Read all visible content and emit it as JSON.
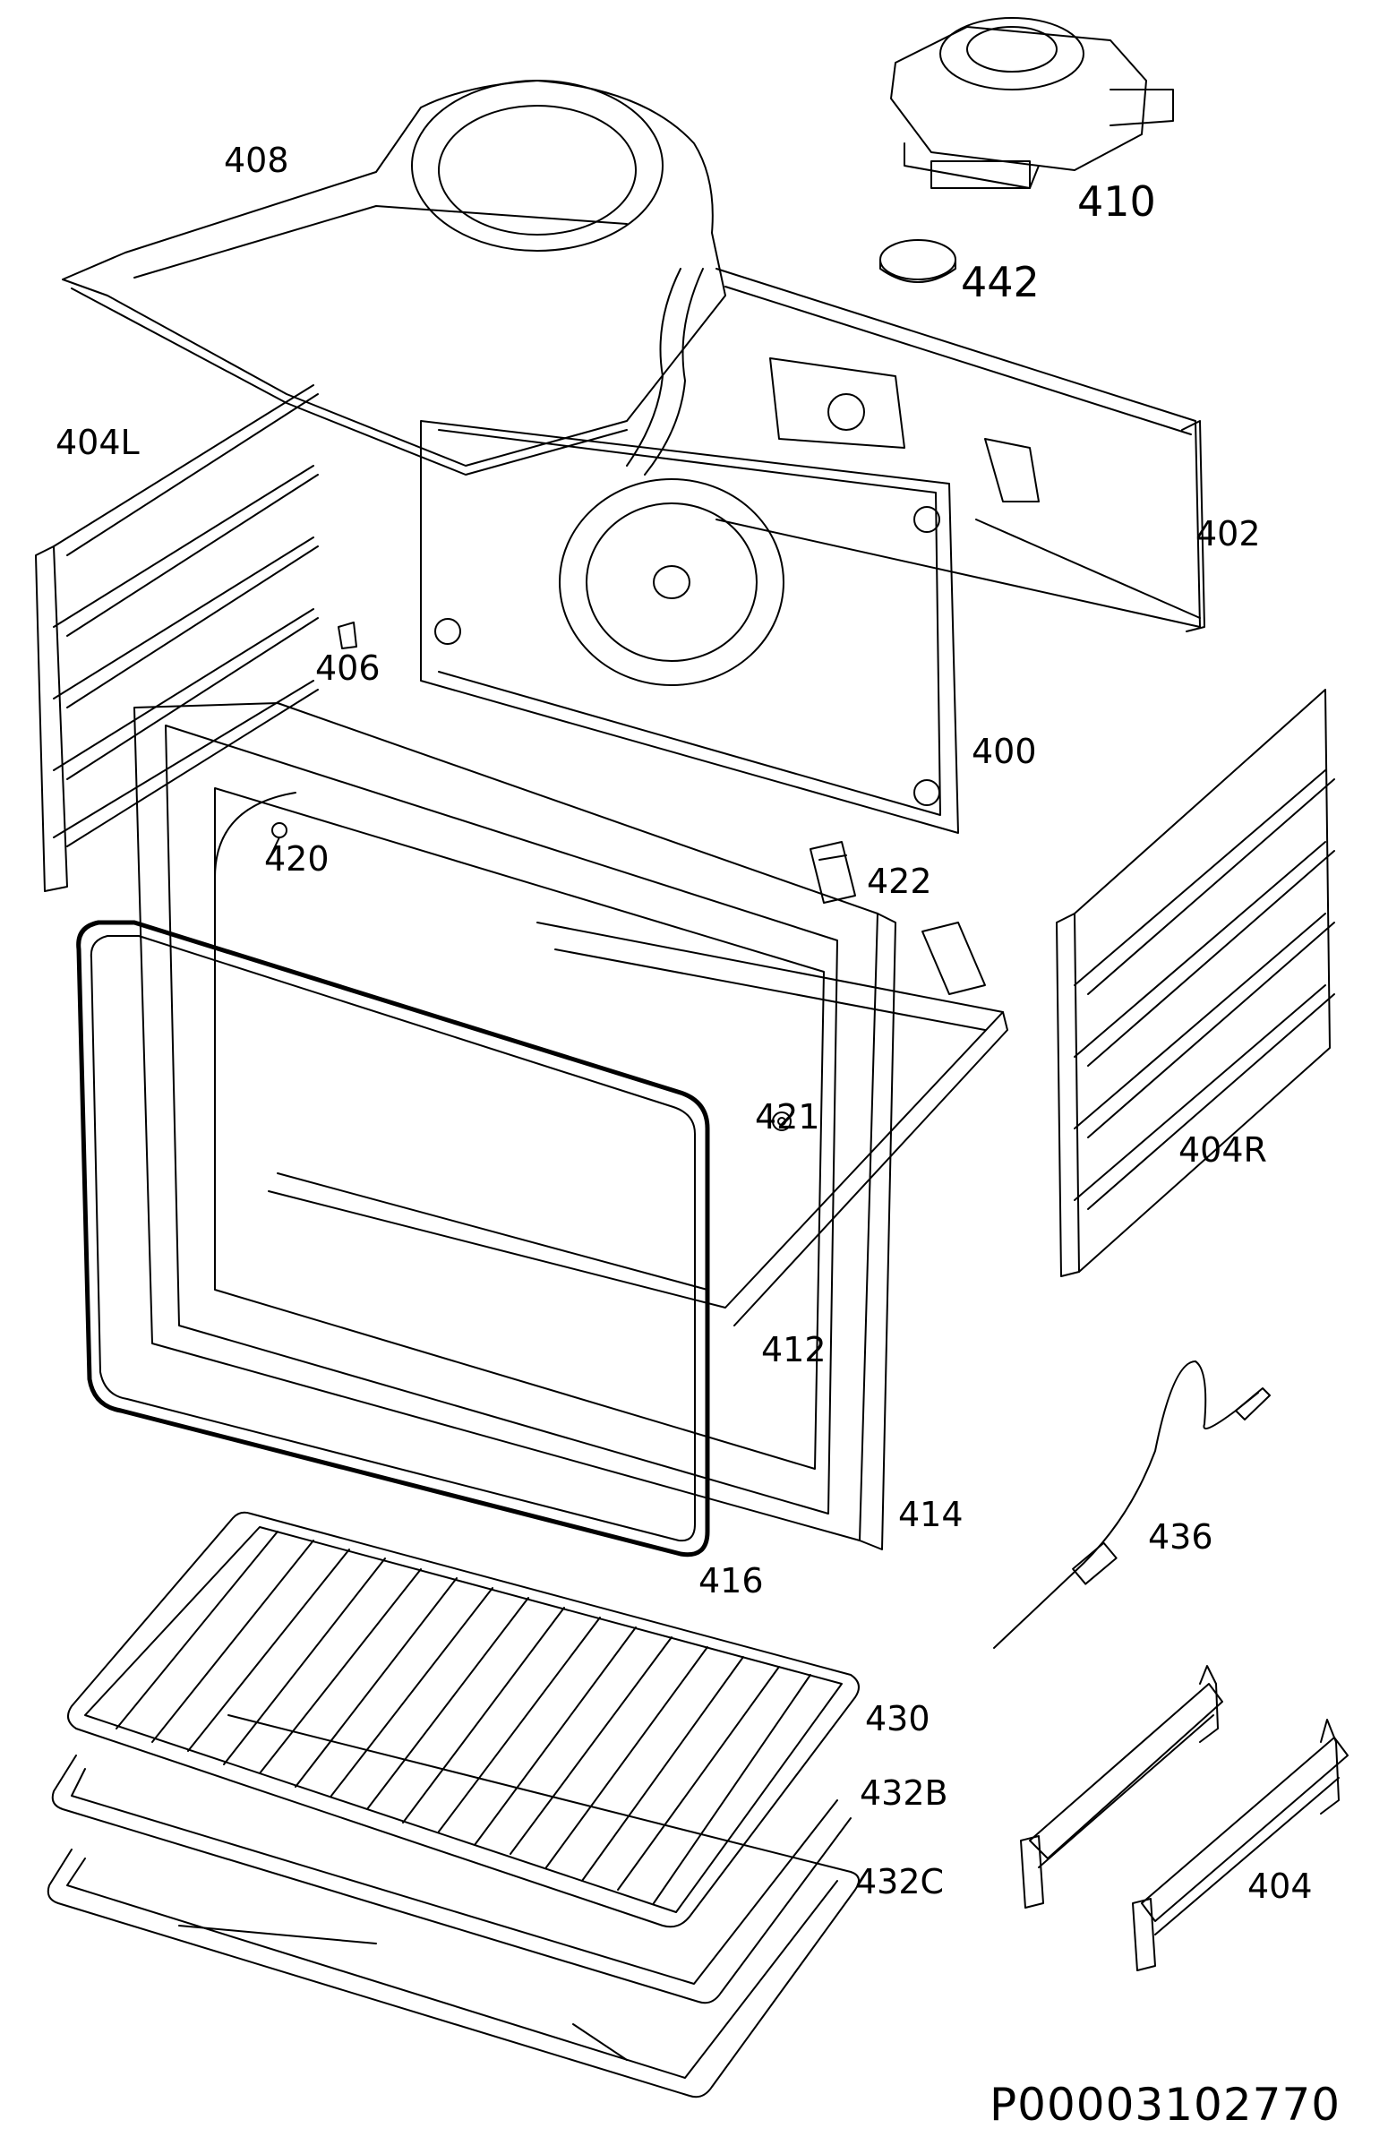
{
  "diagram": {
    "reference_code": "P00003102770",
    "parts": [
      {
        "id": "408",
        "label": "408"
      },
      {
        "id": "410",
        "label": "410"
      },
      {
        "id": "442",
        "label": "442"
      },
      {
        "id": "404L",
        "label": "404L"
      },
      {
        "id": "402",
        "label": "402"
      },
      {
        "id": "406",
        "label": "406"
      },
      {
        "id": "400",
        "label": "400"
      },
      {
        "id": "420",
        "label": "420"
      },
      {
        "id": "422",
        "label": "422"
      },
      {
        "id": "421",
        "label": "421"
      },
      {
        "id": "404R",
        "label": "404R"
      },
      {
        "id": "412",
        "label": "412"
      },
      {
        "id": "436",
        "label": "436"
      },
      {
        "id": "414",
        "label": "414"
      },
      {
        "id": "416",
        "label": "416"
      },
      {
        "id": "430",
        "label": "430"
      },
      {
        "id": "432B",
        "label": "432B"
      },
      {
        "id": "432C",
        "label": "432C"
      },
      {
        "id": "404",
        "label": "404"
      }
    ]
  }
}
